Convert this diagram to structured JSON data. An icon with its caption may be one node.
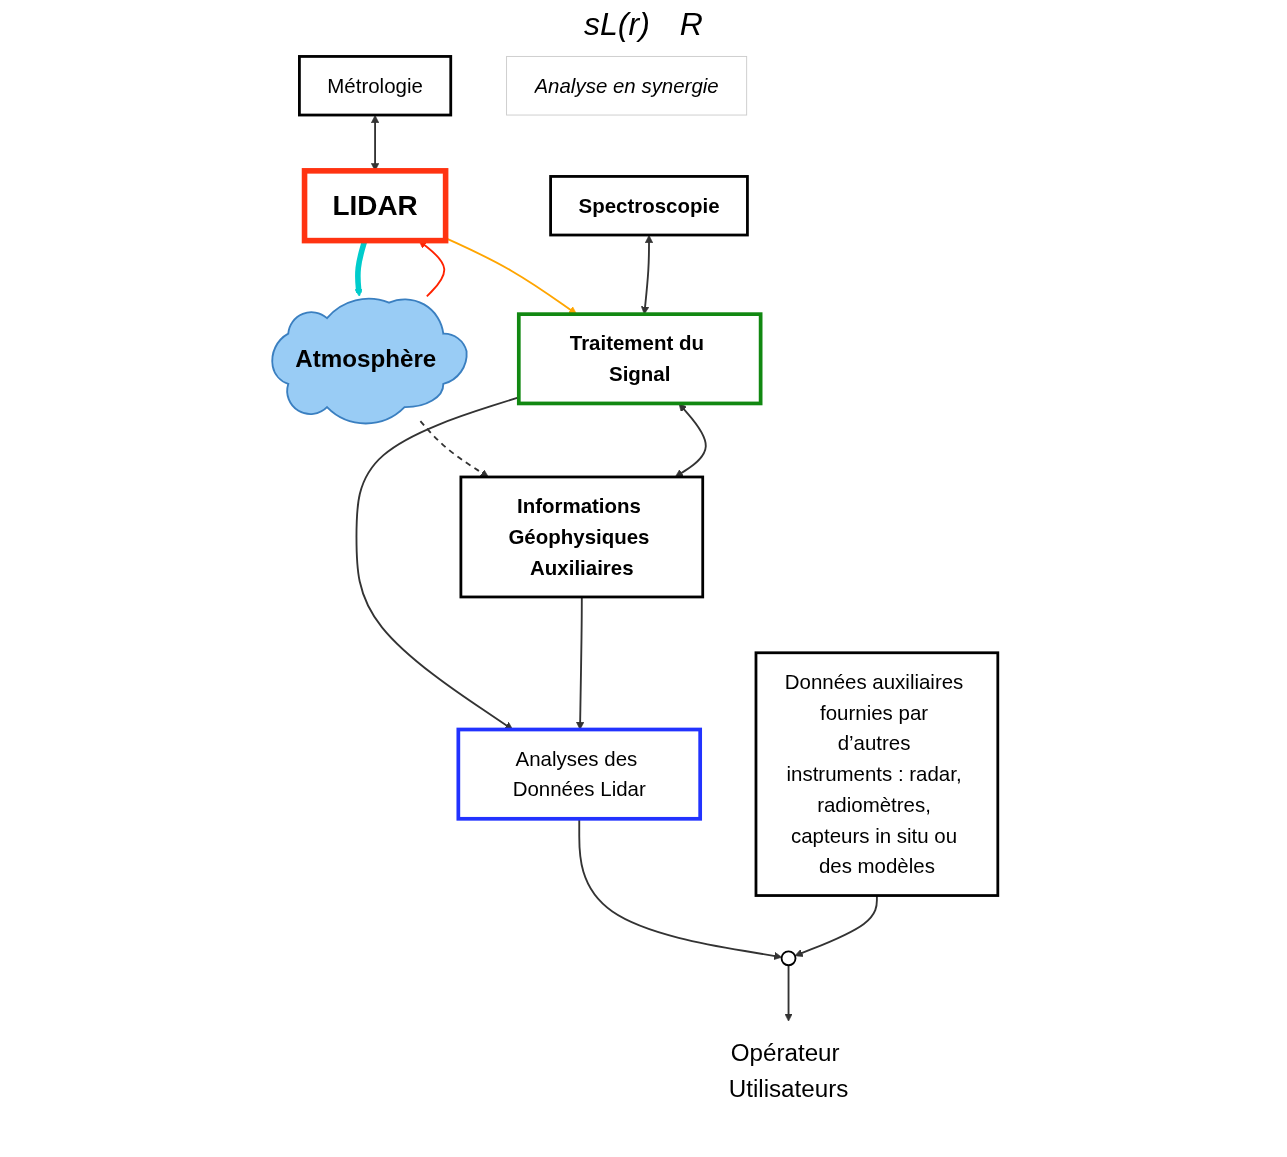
{
  "diagram": {
    "nodes": [
      {
        "text": [
          "Métrologie"
        ]
      },
      {
        "text": [
          "LIDAR"
        ]
      },
      {
        "text": [
          "Atmosphère"
        ]
      },
      {
        "text": [
          "Spectroscopie"
        ]
      },
      {
        "text": [
          "Traitement du Signal"
        ]
      },
      {
        "text": [
          "Informations Géophysiques Auxiliaires"
        ]
      },
      {
        "text": [
          "Analyses des Données Lidar"
        ]
      },
      {
        "text": [
          "Analyse en synergie"
        ]
      },
      {
        "text": [],
        "shape": "circle"
      },
      {
        "text": [
          "Données auxiliaires fournies par d’autres instruments : radar, radiomètres, capteurs in situ ou des modèles"
        ]
      },
      {
        "text": [
          "Opérateur Utilisateurs"
        ]
      }
    ],
    "edges": [
      {
        "from": 0,
        "to": 1,
        "arrow": "both"
      },
      {
        "from": 1,
        "to": 2,
        "arrow": "to",
        "style": "thick",
        "color": "#00cccc"
      },
      {
        "from": 2,
        "to": 1,
        "arrow": "to",
        "color": "#ff2200"
      },
      {
        "from": 2,
        "to": 5,
        "arrow": "to",
        "style": "dashed"
      },
      {
        "from": 1,
        "to": 4,
        "arrow": "to",
        "color": "#ffa500"
      },
      {
        "from": 3,
        "to": 4,
        "arrow": "both"
      },
      {
        "from": 4,
        "to": 5,
        "arrow": "both"
      },
      {
        "from": 4,
        "to": 6,
        "arrow": "to"
      },
      {
        "from": 5,
        "to": 6,
        "arrow": "to"
      },
      {
        "from": 6,
        "to": 8,
        "arrow": "to"
      },
      {
        "from": 9,
        "to": 8,
        "arrow": "to"
      },
      {
        "from": 8,
        "to": 10,
        "arrow": "to"
      }
    ],
    "labels": [
      "sL(r)",
      "R"
    ]
  }
}
